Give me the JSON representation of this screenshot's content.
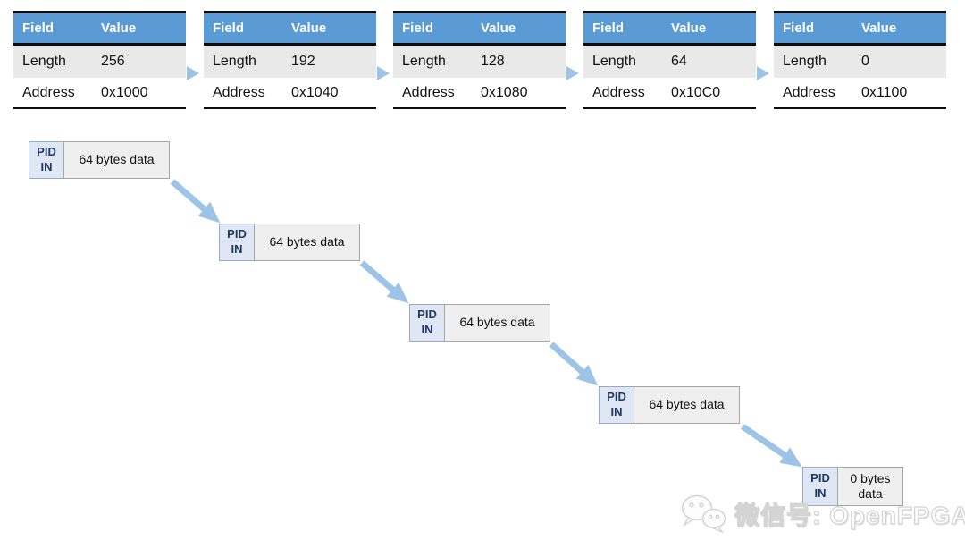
{
  "tables": [
    {
      "header": [
        "Field",
        "Value"
      ],
      "rows": [
        [
          "Length",
          "256"
        ],
        [
          "Address",
          "0x1000"
        ]
      ]
    },
    {
      "header": [
        "Field",
        "Value"
      ],
      "rows": [
        [
          "Length",
          "192"
        ],
        [
          "Address",
          "0x1040"
        ]
      ]
    },
    {
      "header": [
        "Field",
        "Value"
      ],
      "rows": [
        [
          "Length",
          "128"
        ],
        [
          "Address",
          "0x1080"
        ]
      ]
    },
    {
      "header": [
        "Field",
        "Value"
      ],
      "rows": [
        [
          "Length",
          "64"
        ],
        [
          "Address",
          "0x10C0"
        ]
      ]
    },
    {
      "header": [
        "Field",
        "Value"
      ],
      "rows": [
        [
          "Length",
          "0"
        ],
        [
          "Address",
          "0x1100"
        ]
      ]
    }
  ],
  "packets": [
    {
      "pid": [
        "PID",
        "IN"
      ],
      "data": "64 bytes data"
    },
    {
      "pid": [
        "PID",
        "IN"
      ],
      "data": "64 bytes data"
    },
    {
      "pid": [
        "PID",
        "IN"
      ],
      "data": "64 bytes data"
    },
    {
      "pid": [
        "PID",
        "IN"
      ],
      "data": "64 bytes data"
    },
    {
      "pid": [
        "PID",
        "IN"
      ],
      "data": "0 bytes data"
    }
  ],
  "watermark": {
    "text": "微信号: OpenFPGA"
  },
  "colors": {
    "table_header_bg": "#5B9BD5",
    "arrow_blue": "#9DC3E6",
    "pid_box_bg": "#DFE7F5",
    "pid_text": "#1F3864",
    "data_box_bg": "#EFEFEF",
    "row_alt_bg": "#E9E9E9"
  }
}
